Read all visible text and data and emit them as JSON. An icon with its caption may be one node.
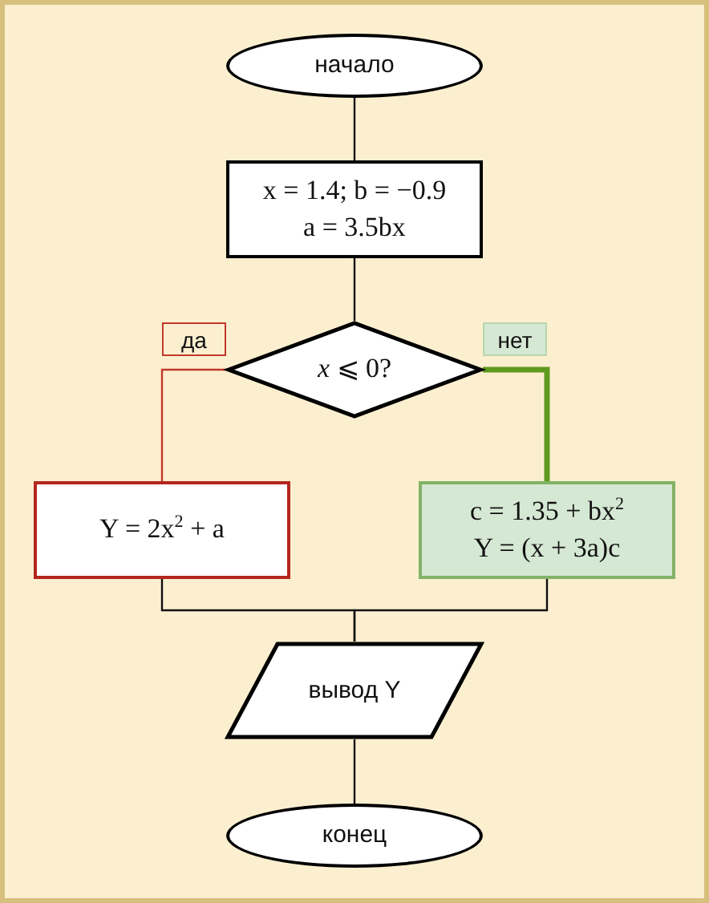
{
  "diagram": {
    "nodes": [
      {
        "text": [
          "начало"
        ]
      },
      {
        "text": [
          "x = 1.4; b = −0.9",
          "a = 3.5bx"
        ]
      },
      {
        "text": [
          "*x* ⩽ 0?"
        ]
      },
      {
        "text": [
          "Y = 2x$^{2}$ + a"
        ]
      },
      {
        "text": [
          "c = 1.35 + bx$^{2}$",
          "Y = (x + 3a)c"
        ]
      },
      {
        "text": [
          "вывод Y"
        ]
      },
      {
        "text": [
          "конец"
        ]
      }
    ],
    "edges": [
      {
        "from": 0,
        "to": 1,
        "arrow": "none"
      },
      {
        "from": 1,
        "to": 2,
        "arrow": "none"
      },
      {
        "from": 2,
        "to": 3,
        "arrow": "none",
        "label": "да",
        "color": "#c0392b"
      },
      {
        "from": 2,
        "to": 4,
        "arrow": "none",
        "label": "нет",
        "style": "thick",
        "color": "#5f9a1e"
      },
      {
        "from": 3,
        "to": 5,
        "arrow": "none"
      },
      {
        "from": 4,
        "to": 5,
        "arrow": "none"
      },
      {
        "from": 5,
        "to": 6,
        "arrow": "none"
      }
    ]
  }
}
